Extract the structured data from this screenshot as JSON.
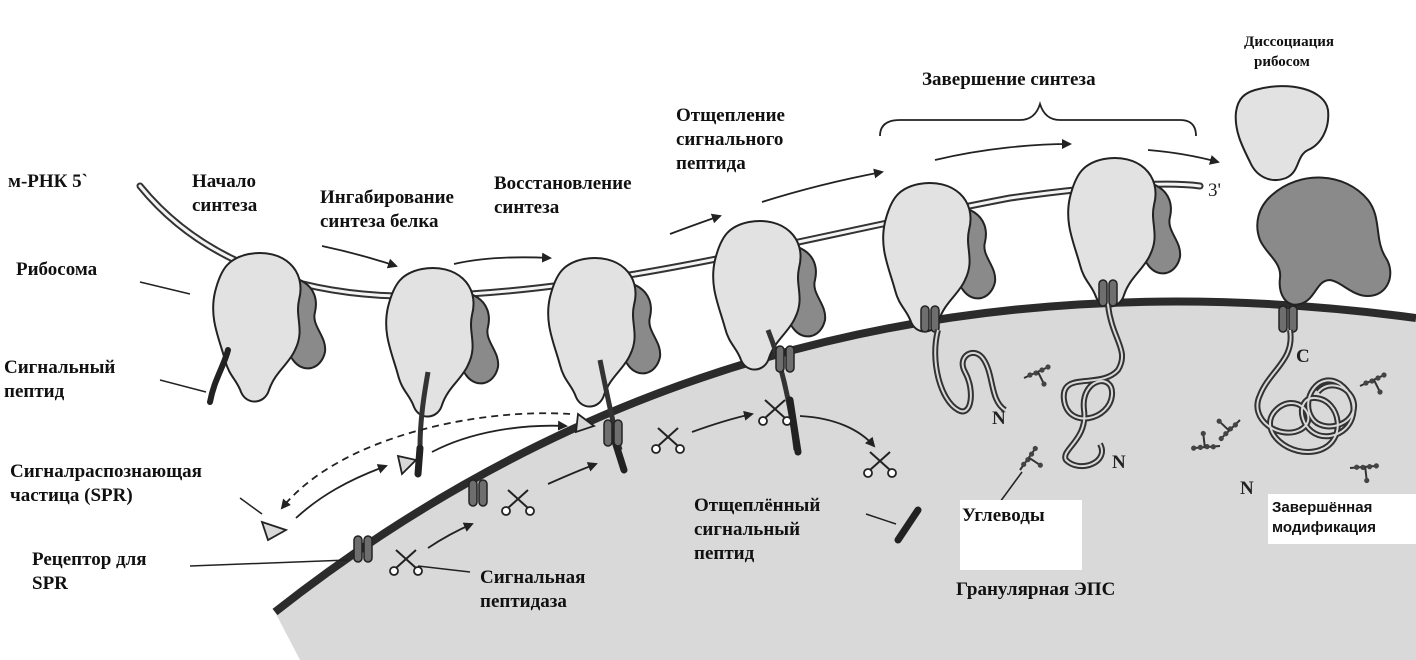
{
  "labels": {
    "mrna": "м-РНК 5`",
    "three_prime": "3'",
    "ribosome": "Рибосома",
    "signal_peptide": [
      "Сигнальный",
      "пептид"
    ],
    "start": [
      "Начало",
      "синтеза"
    ],
    "inhibition": [
      "Ингабирование",
      "синтеза белка"
    ],
    "restore": [
      "Восстановление",
      "синтеза"
    ],
    "cleavage": [
      "Отщепление",
      "сигнального",
      "пептида"
    ],
    "completion": "Завершение синтеза",
    "dissociation": [
      "Диссоциация",
      "рибосом"
    ],
    "srp": [
      "Сигналраспознающая",
      "частица (SPR)"
    ],
    "srp_receptor": [
      "Рецептор для",
      "SPR"
    ],
    "peptidase": [
      "Сигнальная",
      "пептидаза"
    ],
    "cleaved_peptide": [
      "Отщеплённый",
      "сигнальный",
      "пептид"
    ],
    "carbohydrates": "Углеводы",
    "rough_er": "Гранулярная ЭПС",
    "modification": [
      "Завершённая",
      "модификация"
    ],
    "n_term": "N",
    "c_term": "C"
  },
  "colors": {
    "ribosome_small": "#e2e2e2",
    "ribosome_large": "#8a8a8a",
    "er_lumen": "#d9d9d9",
    "membrane": "#2b2b2b",
    "receptor": "#6e6e6e"
  }
}
